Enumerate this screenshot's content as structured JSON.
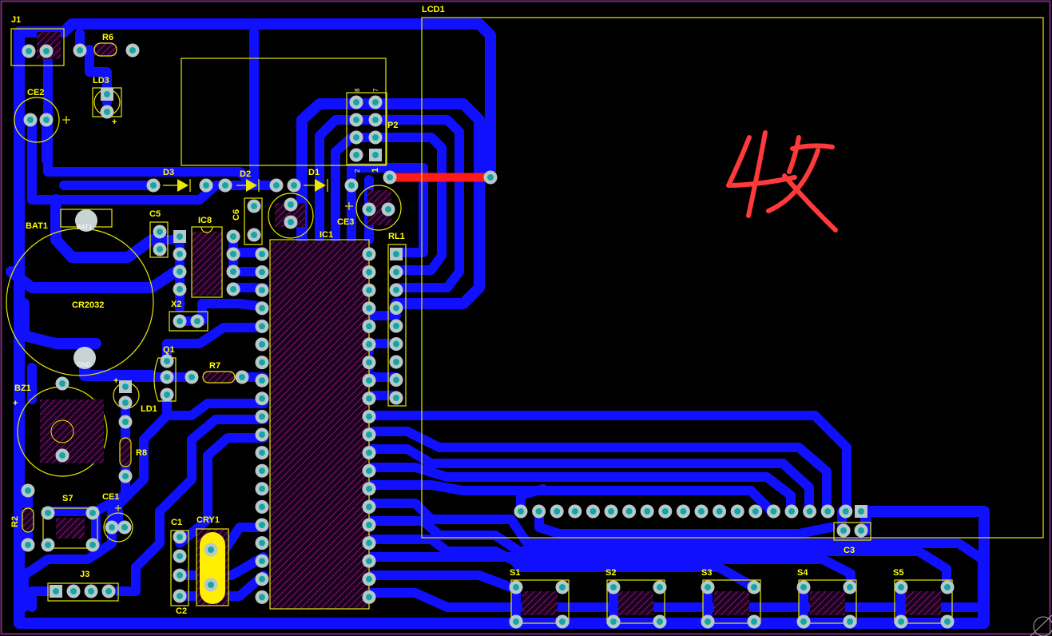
{
  "board": {
    "background": "#000000",
    "trace_color": "#1010ff",
    "top_trace_color": "#ff1a1a",
    "silk_color": "#ffff00",
    "pad_color": "#b8c8c8",
    "hole_color": "#13a6a6"
  },
  "labels": {
    "j1": "J1",
    "r6": "R6",
    "ld3": "LD3",
    "ce2": "CE2",
    "d3": "D3",
    "d2": "D2",
    "d1": "D1",
    "p2": "P2",
    "ce3": "CE3",
    "c5": "C5",
    "ic8": "IC8",
    "c6": "C6",
    "ic1": "IC1",
    "rl1": "RL1",
    "bat1": "BAT1",
    "cr2032": "CR2032",
    "x2": "X2",
    "q1": "Q1",
    "r7": "R7",
    "bz1": "BZ1",
    "ld1": "LD1",
    "r8": "R8",
    "r2": "R2",
    "s7": "S7",
    "ce1": "CE1",
    "c1": "C1",
    "cry1": "CRY1",
    "c2": "C2",
    "j3": "J3",
    "lcd1": "LCD1",
    "c3": "C3",
    "s1": "S1",
    "s2": "S2",
    "s3": "S3",
    "s4": "S4",
    "s5": "S5"
  },
  "pad_text": {
    "bat_pos": "BAT1",
    "bat_gnd": "GND",
    "p2_pin8": "8",
    "p2_pin7": "7",
    "p2_pin2": "2",
    "p2_pin1": "1"
  },
  "handwriting": "4收"
}
